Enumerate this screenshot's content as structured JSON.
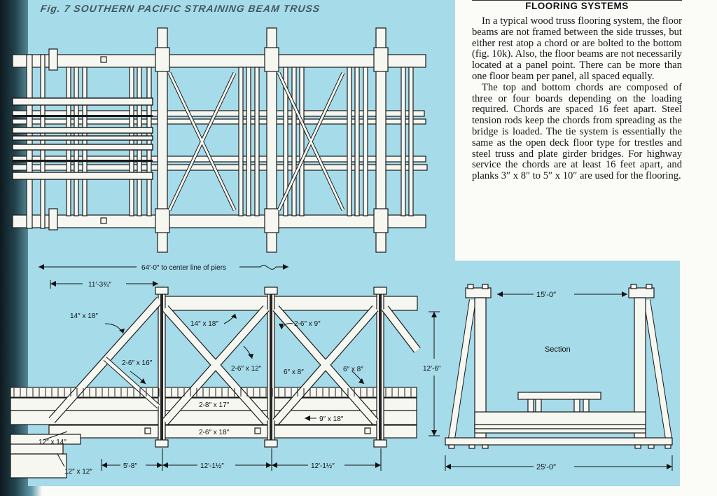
{
  "figure": {
    "title": "Fig. 7 SOUTHERN PACIFIC STRAINING BEAM TRUSS",
    "dimensions": {
      "center_line": "64′-0″ to center line of piers",
      "panel_end": "11′-3¾″",
      "top_left_member": "14″ x 18″",
      "top_chord": "14″ x 18″",
      "brace_right": "2-6″ x 9″",
      "brace_left": "2-6″ x 16″",
      "brace_center": "2-6″ x 12″",
      "post_center": "6″ x 8″",
      "post_right": "6″ x 8″",
      "stringer": "2-8″ x 17″",
      "floor_beam": "9″ x 18″",
      "bottom_chord": "2-6″ x 18″",
      "cap_left": "12″ x 14″",
      "sill_left": "12″ x 12″",
      "panel_a": "5′-8″",
      "panel_b": "12′-1½″",
      "panel_c": "12′-1½″",
      "height": "12′-6″",
      "section_width_top": "15′-0″",
      "section_width_bottom": "25′-0″",
      "section_label": "Section"
    }
  },
  "article": {
    "heading": "FLOORING SYSTEMS",
    "paragraph_1": "In a typical wood truss flooring system, the floor beams are not framed between the side trusses, but either rest atop a chord or are bolted to the bottom (fig. 10k). Also, the floor beams are not necessarily located at a panel point. There can be more than one floor beam per panel, all spaced equally.",
    "paragraph_2": "The top and bottom chords are composed of three or four boards depending on the loading required. Chords are spaced 16 feet apart. Steel tension rods keep the chords from spreading as the bridge is loaded. The tie system is essentially the same as the open deck floor type for trestles and steel truss and plate girder bridges. For highway service the chords are at least 16 feet apart, and planks 3″ x 8″ to 5″ x 10″ are used for the flooring."
  },
  "colors": {
    "blueprint": "#a6dbe9",
    "paper": "#fbfbf8",
    "ink": "#151515"
  }
}
